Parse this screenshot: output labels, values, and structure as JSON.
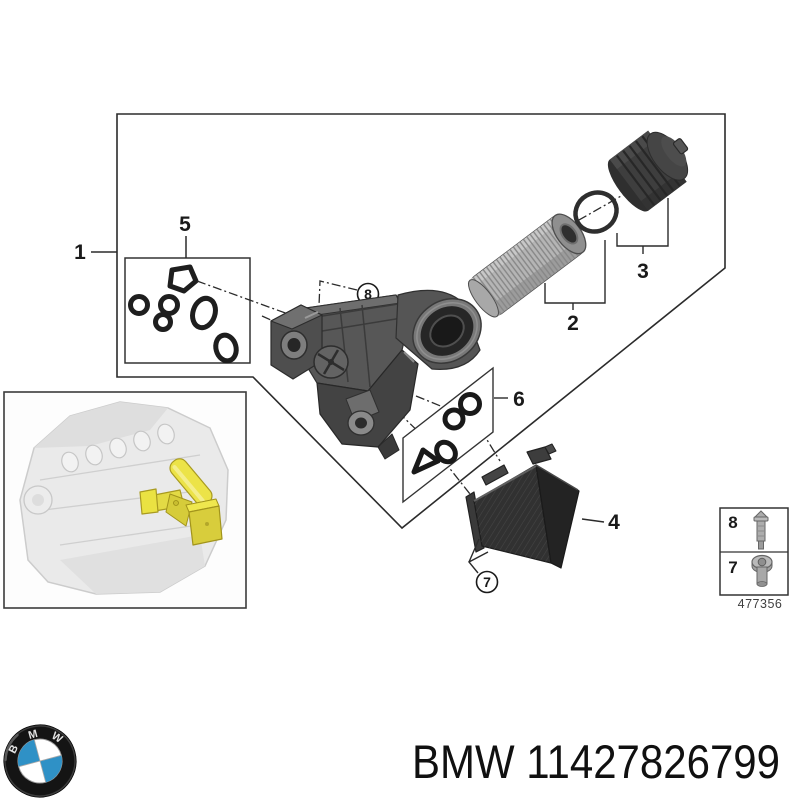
{
  "diagram": {
    "callouts": {
      "group": "1",
      "filter_element": "2",
      "filter_cap": "3",
      "oil_cooler": "4",
      "seal_kit": "5",
      "gasket_set": "6",
      "screw": "7",
      "stud_bolt": "8"
    },
    "legend": {
      "stud_row": "8",
      "screw_row": "7",
      "code": "477356"
    }
  },
  "footer": {
    "part_number": "BMW 11427826799"
  },
  "logo": {
    "b": "B",
    "m": "M",
    "w": "W"
  },
  "colors": {
    "highlight_yellow": "#e6dd3e",
    "roundel_blue": "#2f91c6",
    "outline": "#2b2b2b",
    "metal_dark": "#3a3a3a"
  }
}
